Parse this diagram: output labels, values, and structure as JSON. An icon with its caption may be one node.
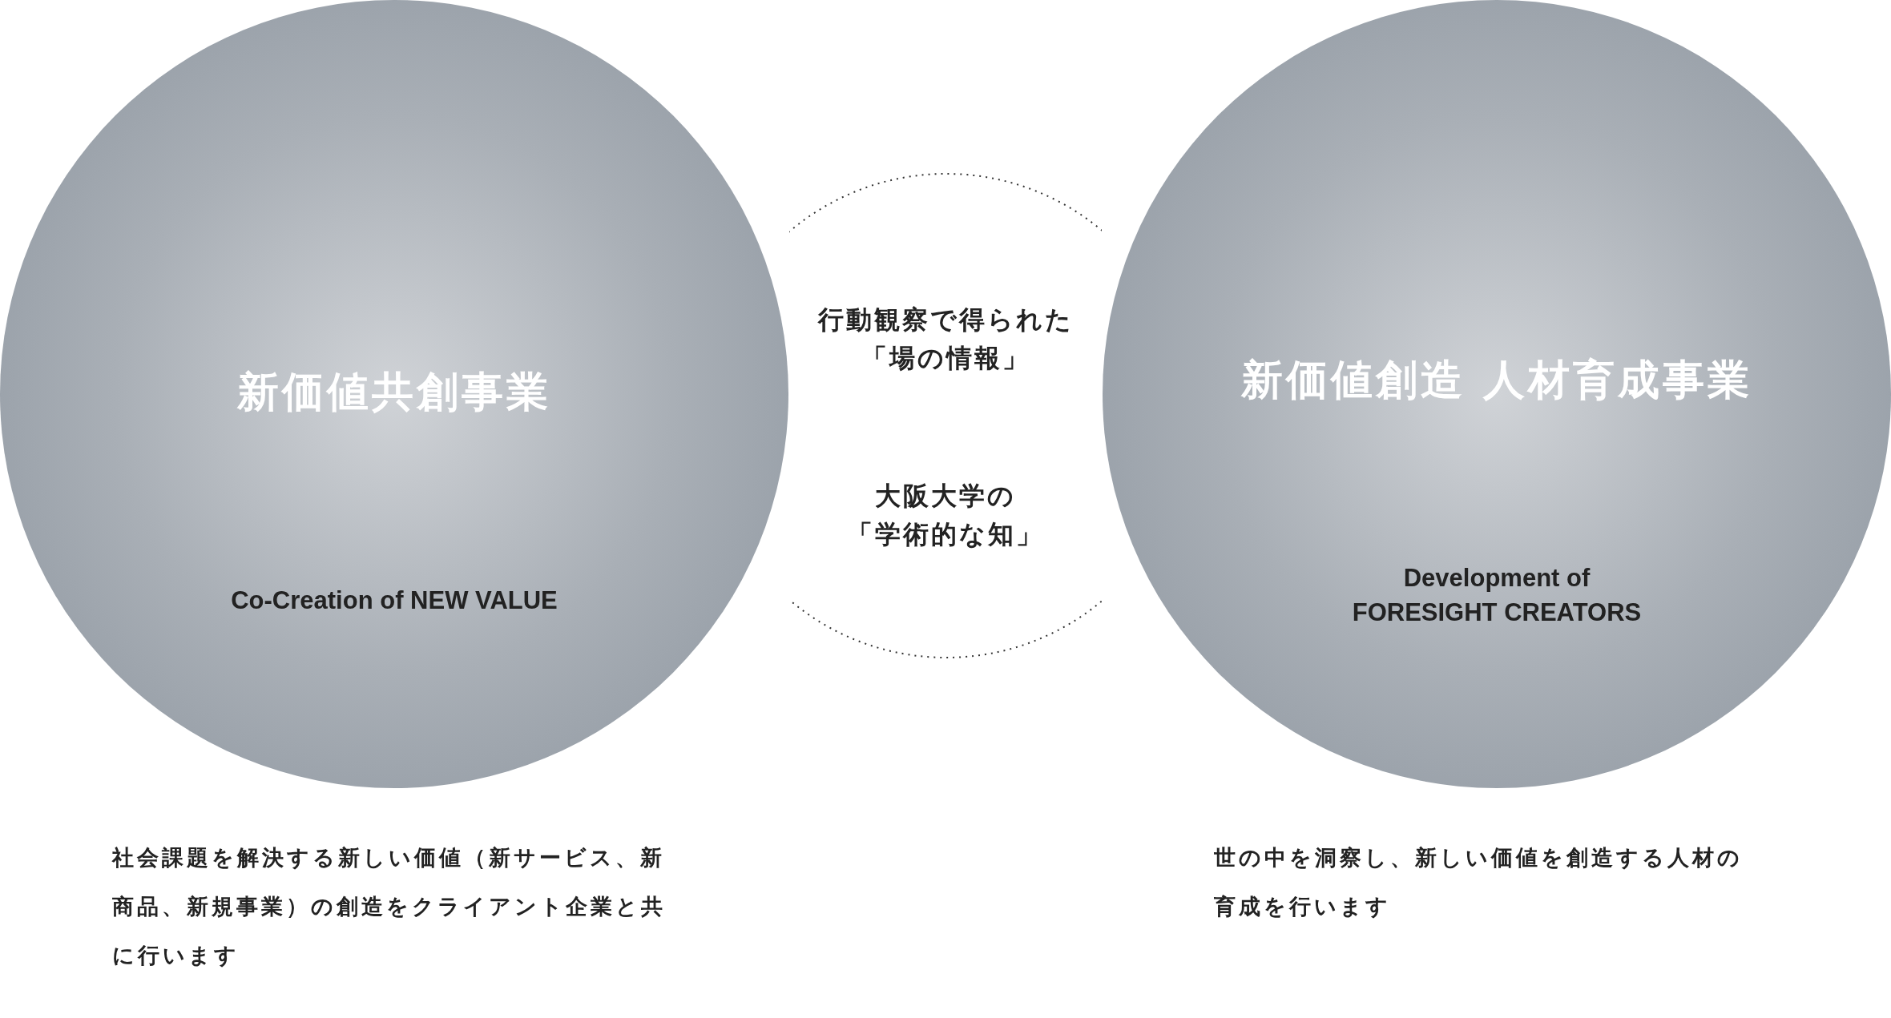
{
  "diagram": {
    "nodes": [
      {
        "text": [
          "新価値共創事業",
          "Co-Creation of NEW VALUE"
        ],
        "beside": [
          "社会課題を解決する新しい価値（新サービス、新商品、新規事業）の創造をクライアント企業と共に行います"
        ]
      },
      {
        "text": [
          "行動観察で得られた「場の情報」",
          "大阪大学の「学術的な知」"
        ]
      },
      {
        "text": [
          "新価値創造 人材育成事業",
          "Development of FORESIGHT CREATORS"
        ],
        "beside": [
          "世の中を洞察し、新しい価値を創造する人材の育成を行います"
        ]
      }
    ],
    "edges": []
  }
}
